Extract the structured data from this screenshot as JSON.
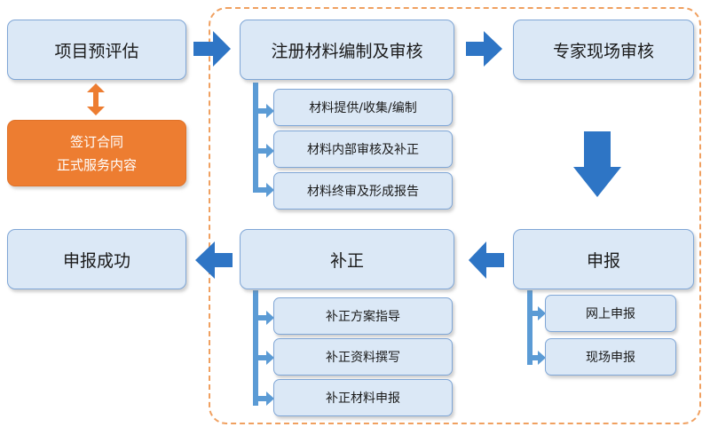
{
  "steps": {
    "pre_assessment": "项目预评估",
    "prepare_review": "注册材料编制及审核",
    "expert_review": "专家现场审核",
    "declare": "申报",
    "supplement": "补正",
    "success": "申报成功"
  },
  "contract": {
    "line1": "签订合同",
    "line2": "正式服务内容"
  },
  "prepare_substeps": [
    "材料提供/收集/编制",
    "材料内部审核及补正",
    "材料终审及形成报告"
  ],
  "declare_substeps": [
    "网上申报",
    "现场申报"
  ],
  "supplement_substeps": [
    "补正方案指导",
    "补正资料撰写",
    "补正材料申报"
  ],
  "colors": {
    "box_fill": "#dbe8f6",
    "box_border": "#7fa6d6",
    "arrow": "#2e75c5",
    "contract": "#ed7d31",
    "dashed_border": "#f0a060"
  }
}
